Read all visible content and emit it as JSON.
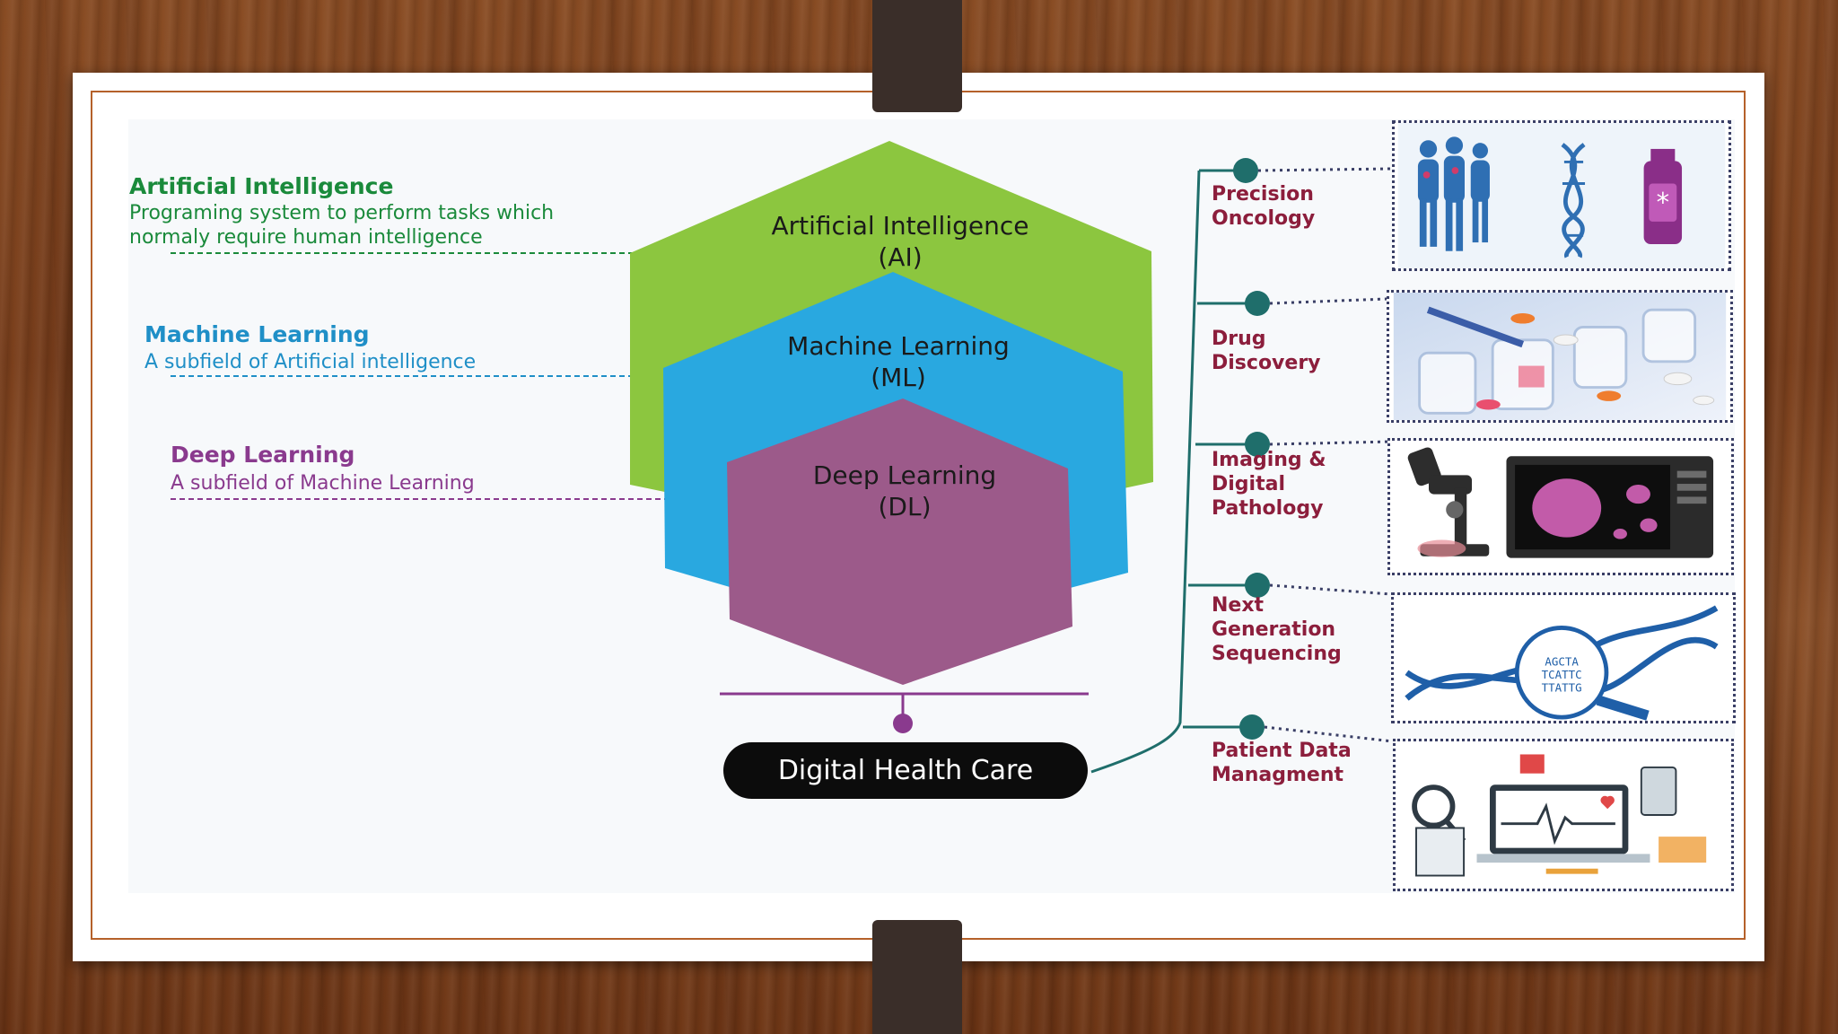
{
  "definitions": {
    "ai": {
      "title": "Artificial Intelligence",
      "line1": "Programing system to perform tasks which",
      "line2": "normaly require human intelligence"
    },
    "ml": {
      "title": "Machine Learning",
      "line1": "A subfield of Artificial intelligence"
    },
    "dl": {
      "title": "Deep Learning",
      "line1": "A subfield of Machine Learning"
    }
  },
  "hexagons": {
    "ai": {
      "line1": "Artificial Intelligence",
      "line2": "(AI)"
    },
    "ml": {
      "line1": "Machine Learning",
      "line2": "(ML)"
    },
    "dl": {
      "line1": "Deep Learning",
      "line2": "(DL)"
    }
  },
  "center_label": "Digital Health Care",
  "applications": [
    {
      "label": "Precision\nOncology",
      "icon": "oncology-image"
    },
    {
      "label": "Drug\nDiscovery",
      "icon": "drug-discovery-image"
    },
    {
      "label": "Imaging &\nDigital\nPathology",
      "icon": "pathology-image"
    },
    {
      "label": "Next\nGeneration\nSequencing",
      "icon": "dna-sequencing-image"
    },
    {
      "label": "Patient Data\nManagment",
      "icon": "patient-data-image"
    }
  ],
  "sequence_text": {
    "line1": "AGCTA",
    "line2": "TCATTC",
    "line3": "TTATTG"
  },
  "colors": {
    "ai": "#8cc63f",
    "ml": "#29a8e0",
    "dl": "#9c5a8a",
    "node": "#1f6e6b",
    "label": "#8c1e3c"
  }
}
